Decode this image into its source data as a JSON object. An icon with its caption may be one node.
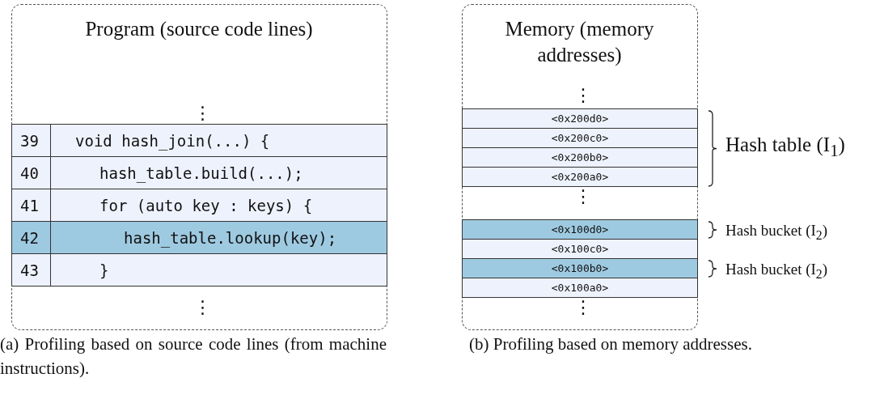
{
  "diagram": {
    "nodes": [
      {
        "text": [
          "Program (source code lines)",
          "⋮",
          "⋮"
        ],
        "beside": [
          "(a) Profiling based on source code lines (from machine instructions)."
        ]
      },
      {
        "text": [
          "39",
          "void hash_join(...) {"
        ],
        "in": 0
      },
      {
        "text": [
          "40",
          "hash_table.build(...);"
        ],
        "in": 0
      },
      {
        "text": [
          "41",
          "for (auto key : keys) {"
        ],
        "in": 0
      },
      {
        "text": [
          "42",
          "hash_table.lookup(key);"
        ],
        "in": 0
      },
      {
        "text": [
          "43",
          "}"
        ],
        "in": 0
      },
      {
        "text": [
          "Memory (memory addresses)",
          "⋮",
          "⋮",
          "⋮"
        ],
        "beside": [
          "(b) Profiling based on memory addresses."
        ]
      },
      {
        "text": [
          "<0x200d0>"
        ],
        "in": 6
      },
      {
        "text": [
          "<0x200c0>"
        ],
        "in": 6
      },
      {
        "text": [
          "<0x200b0>"
        ],
        "in": 6
      },
      {
        "text": [
          "<0x200a0>"
        ],
        "in": 6
      },
      {
        "text": [
          "<0x100d0>"
        ],
        "in": 6
      },
      {
        "text": [
          "<0x100c0>"
        ],
        "in": 6
      },
      {
        "text": [
          "<0x100b0>"
        ],
        "in": 6
      },
      {
        "text": [
          "<0x100a0>"
        ],
        "in": 6
      }
    ],
    "labels": [
      "Hash table (I$_{1}$)",
      "Hash bucket (I$_{2}$)",
      "Hash bucket (I$_{2}$)"
    ]
  }
}
